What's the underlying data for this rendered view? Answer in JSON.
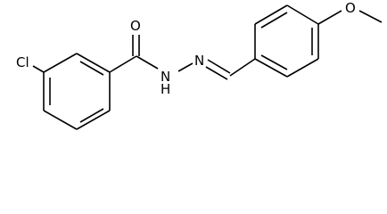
{
  "atoms": {
    "chlorine": "Cl",
    "carbonyl_oxygen": "O",
    "amide_nitrogen": "N",
    "amide_hydrogen": "H",
    "imine_nitrogen": "N",
    "ether_oxygen": "O"
  },
  "colors": {
    "bond": "#000000",
    "label": "#000000",
    "background": "#ffffff"
  }
}
